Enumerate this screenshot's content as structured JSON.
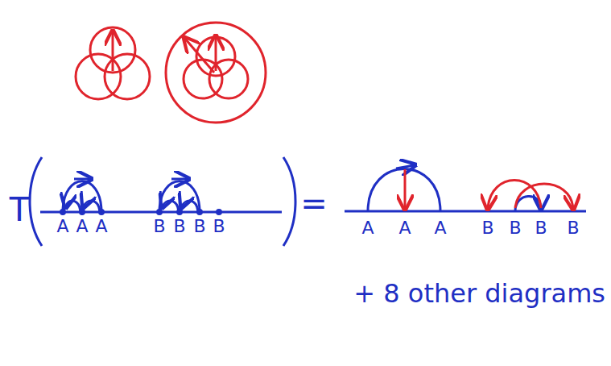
{
  "diagram": {
    "labels": [
      "T",
      "A",
      "A",
      "A",
      "B",
      "B",
      "B",
      "B",
      "=",
      "A",
      "A",
      "A",
      "B",
      "B",
      "B",
      "B",
      "+ 8 other diagrams"
    ]
  }
}
